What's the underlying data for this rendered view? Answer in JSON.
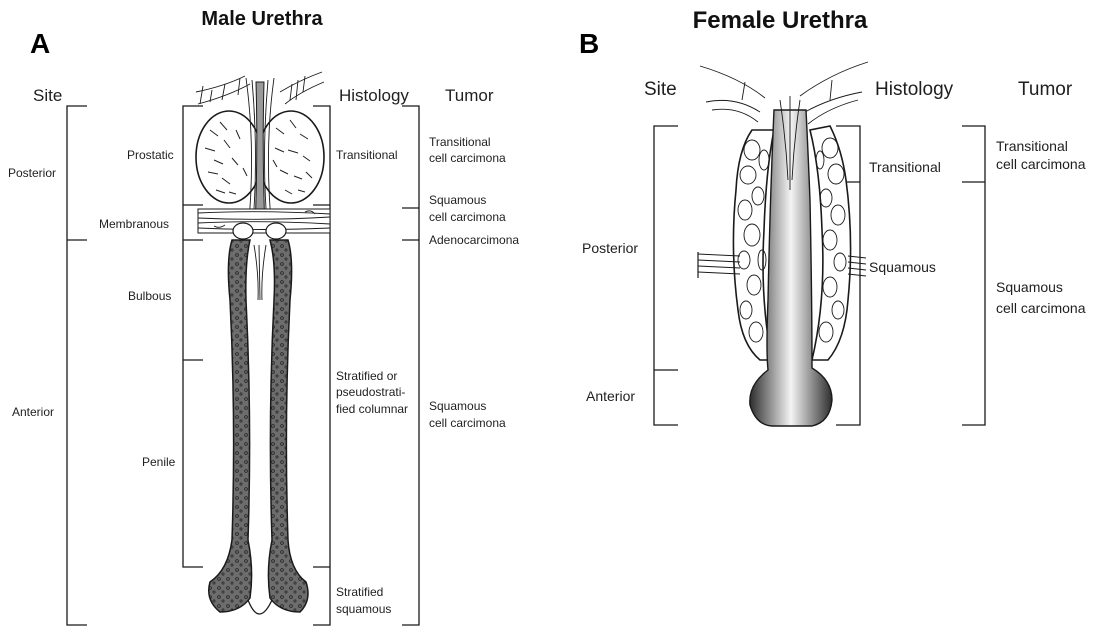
{
  "panels": {
    "male": {
      "letter": "A",
      "title": "Male Urethra",
      "headers": {
        "site": "Site",
        "histology": "Histology",
        "tumor": "Tumor"
      },
      "site": {
        "posterior": "Posterior",
        "anterior": "Anterior"
      },
      "segments": {
        "prostatic": "Prostatic",
        "membranous": "Membranous",
        "bulbous": "Bulbous",
        "penile": "Penile"
      },
      "histology": {
        "transitional": "Transitional",
        "stratified_columnar": [
          "Stratified or",
          "pseudostrati-",
          "fied columnar"
        ],
        "stratified_squamous": [
          "Stratified",
          "squamous"
        ]
      },
      "tumor": {
        "tcc": [
          "Transitional",
          "cell carcimona"
        ],
        "scc_upper": [
          "Squamous",
          "cell carcimona"
        ],
        "adeno": "Adenocarcimona",
        "scc_lower": [
          "Squamous",
          "cell carcimona"
        ]
      }
    },
    "female": {
      "letter": "B",
      "title": "Female Urethra",
      "headers": {
        "site": "Site",
        "histology": "Histology",
        "tumor": "Tumor"
      },
      "site": {
        "posterior": "Posterior",
        "anterior": "Anterior"
      },
      "histology": {
        "transitional": "Transitional",
        "squamous": "Squamous"
      },
      "tumor": {
        "tcc": [
          "Transitional",
          "cell carcimona"
        ],
        "scc": [
          "Squamous",
          "cell carcimona"
        ]
      }
    }
  },
  "colors": {
    "tissue": "#6b6b6b",
    "lumen_light": "#f2f2f2",
    "lumen_dark": "#3a3a3a",
    "line": "#1a1a1a"
  }
}
